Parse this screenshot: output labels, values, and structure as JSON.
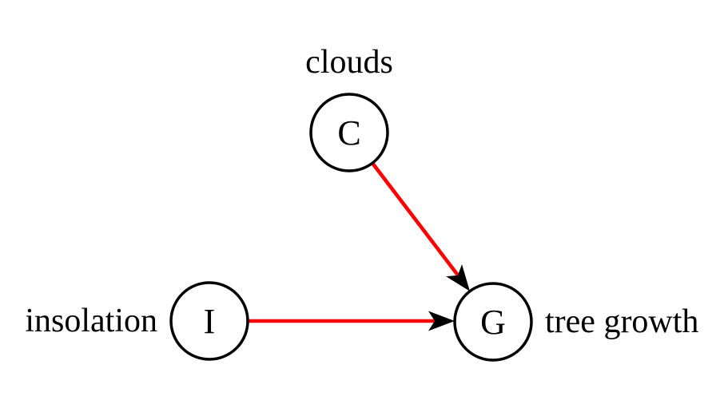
{
  "background": "#ffffff",
  "colors": {
    "node_stroke": "#000000",
    "node_fill": "#ffffff",
    "edge": "#ff0000",
    "arrowhead": "#000000",
    "text": "#000000"
  },
  "diagram": {
    "type": "directed-graph",
    "nodes": [
      {
        "id": "C",
        "letter": "C",
        "caption": "clouds",
        "caption_position": "above"
      },
      {
        "id": "I",
        "letter": "I",
        "caption": "insolation",
        "caption_position": "left"
      },
      {
        "id": "G",
        "letter": "G",
        "caption": "tree growth",
        "caption_position": "right"
      }
    ],
    "edges": [
      {
        "from": "C",
        "to": "G",
        "color": "#ff0000",
        "style": "thick-solid",
        "head": "black-stealth"
      },
      {
        "from": "I",
        "to": "G",
        "color": "#ff0000",
        "style": "thick-solid",
        "head": "black-stealth"
      }
    ]
  }
}
